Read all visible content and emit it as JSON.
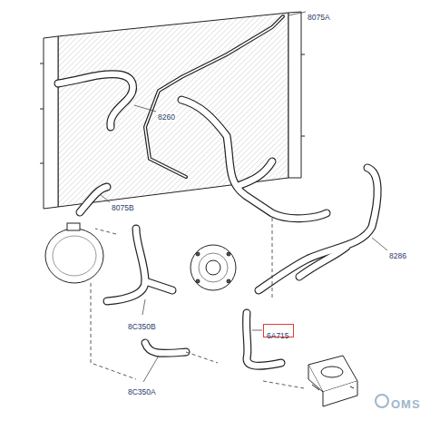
{
  "diagram": {
    "nodes": [
      {
        "text": [
          "6A715"
        ]
      }
    ],
    "labels": [
      "8260",
      "8075A",
      "8075B",
      "8286",
      "8C350B",
      "8C350A",
      "OMS"
    ]
  }
}
